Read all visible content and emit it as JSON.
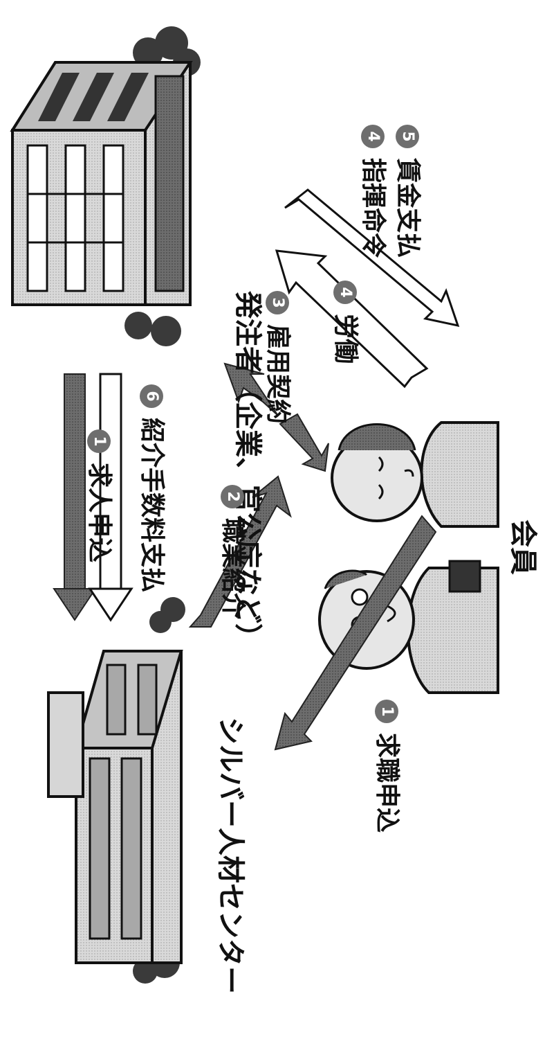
{
  "labels": {
    "client": "発注者（企業、官公庁など）",
    "center": "シルバー人材センター",
    "member": "会員"
  },
  "flows": {
    "job_offer": {
      "num": "1",
      "text": "求人申込"
    },
    "fee_payment": {
      "num": "6",
      "text": "紹介手数料支払"
    },
    "referral": {
      "num": "2",
      "text": "職業紹介"
    },
    "employment": {
      "num": "3",
      "text": "雇用契約"
    },
    "labor": {
      "num": "4",
      "text": "労働"
    },
    "instruction": {
      "num": "4",
      "text": "指揮命令"
    },
    "wage": {
      "num": "5",
      "text": "賃金支払"
    },
    "job_application": {
      "num": "1",
      "text": "求職申込"
    }
  },
  "colors": {
    "arrow_dark": "#6b6b6b",
    "arrow_light": "#ffffff",
    "building": "#cfcfcf",
    "building_dark": "#5a5a5a",
    "badge": "#6e6e6e"
  }
}
